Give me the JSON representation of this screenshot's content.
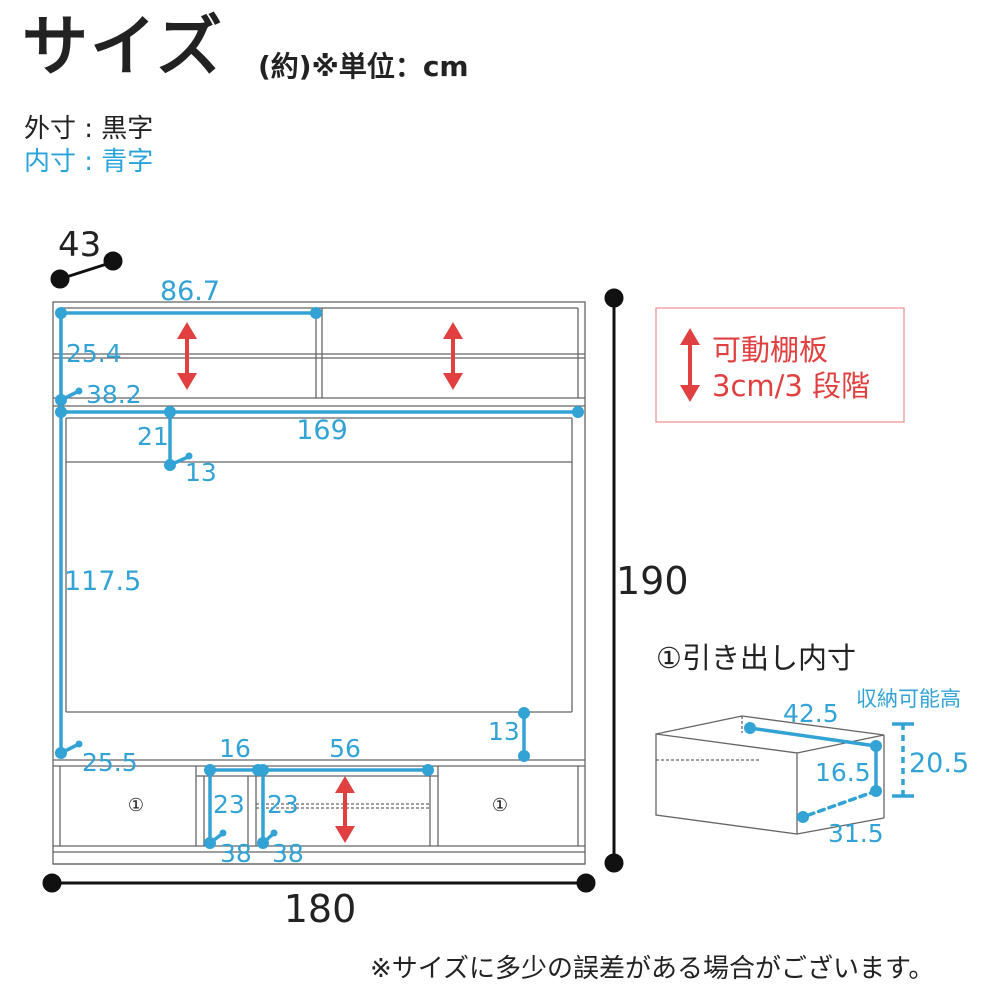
{
  "header": {
    "title": "サイズ",
    "subtitle": "(約)※単位：cm"
  },
  "legend": {
    "outer": "外寸 : 黒字",
    "inner": "内寸 : 青字"
  },
  "dimensions": {
    "depth": "43",
    "top_shelf_width": "86.7",
    "top_shelf_height": "25.4",
    "top_depth": "38.2",
    "inner_width": "169",
    "inner_ledge_height": "21",
    "inner_ledge_depth": "13",
    "tv_opening_height": "117.5",
    "side_shelf_height": "13",
    "lower_depth": "25.5",
    "small_compartment_width": "16",
    "center_compartment_width": "56",
    "small_compartment_height": "23",
    "center_compartment_height": "23",
    "small_compartment_depth": "38",
    "center_compartment_depth": "38",
    "drawer_marker_left": "①",
    "drawer_marker_right": "①",
    "total_height": "190",
    "total_width": "180"
  },
  "shelf_box": {
    "line1": "可動棚板",
    "line2": "3cm/3 段階"
  },
  "drawer": {
    "title": "①引き出し内寸",
    "capacity_label": "収納可能高",
    "width": "42.5",
    "inner_height": "16.5",
    "capacity_height": "20.5",
    "depth": "31.5"
  },
  "note": "※サイズに多少の誤差がある場合がございます。",
  "colors": {
    "outline": "#555555",
    "dimension_blue": "#33a3d6",
    "accent_red": "#e04040",
    "dot_black": "#111111"
  }
}
